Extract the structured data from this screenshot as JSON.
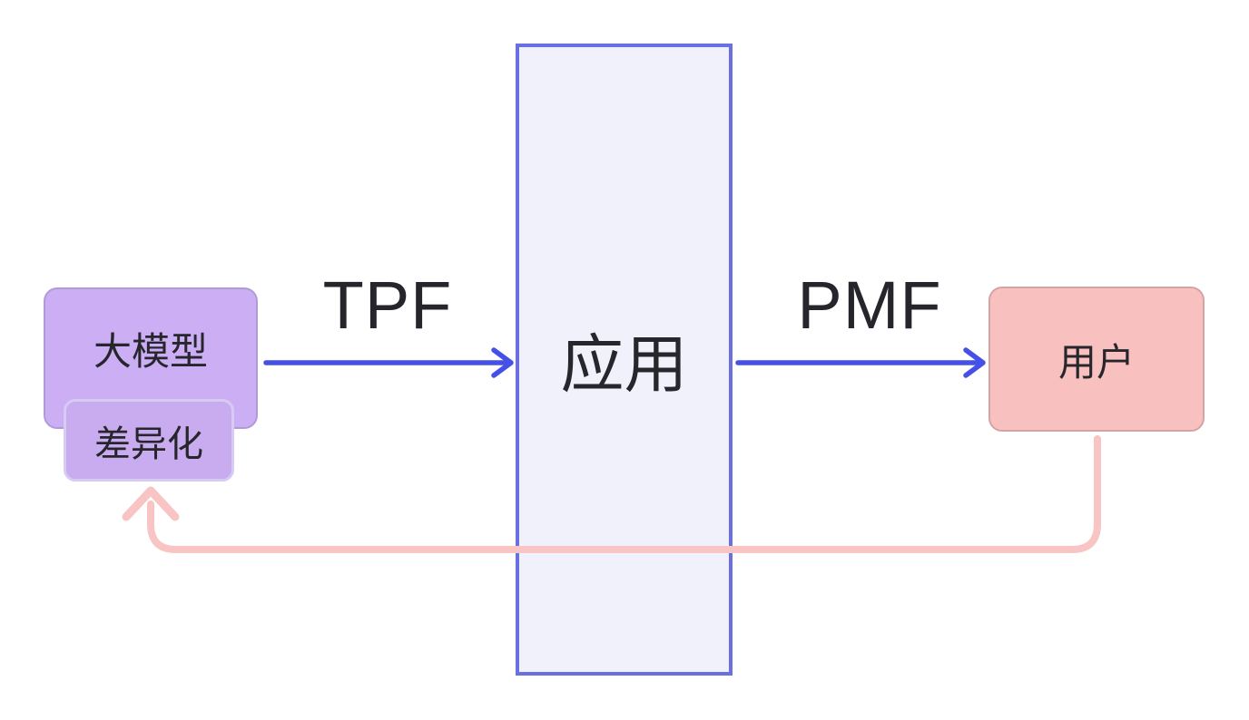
{
  "diagram": {
    "nodes": {
      "model": {
        "label": "大模型",
        "fill": "#cbaef3",
        "border": "#b09bd6"
      },
      "differentiation": {
        "label": "差异化",
        "fill": "#c9acf0",
        "border": "#d8cbf3"
      },
      "application": {
        "label": "应用",
        "fill": "#f1f1fb",
        "border": "#6a6fe2"
      },
      "user": {
        "label": "用户",
        "fill": "#f9c0c0",
        "border": "#d4a3a3"
      }
    },
    "edges": {
      "tpf": {
        "label": "TPF",
        "color": "#4750e6",
        "from": "大模型",
        "to": "应用"
      },
      "pmf": {
        "label": "PMF",
        "color": "#4750e6",
        "from": "应用",
        "to": "用户"
      },
      "feedback": {
        "color": "#f8c5c4",
        "from": "用户",
        "to": "差异化"
      }
    },
    "text_color": "#26262c",
    "background": "#ffffff"
  }
}
